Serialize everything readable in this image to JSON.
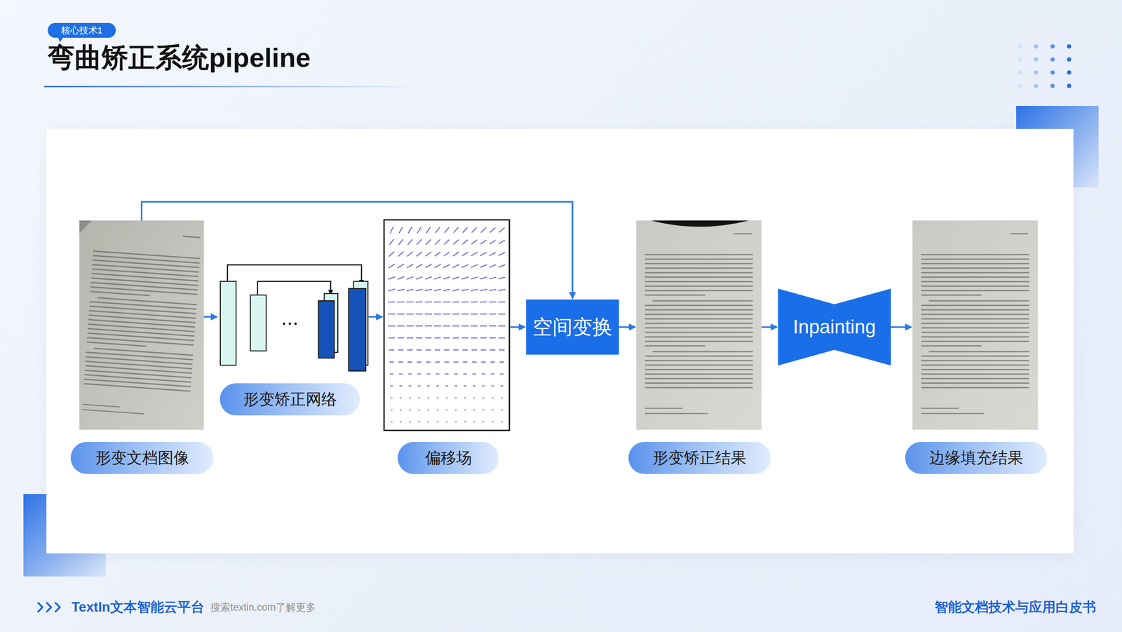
{
  "diagram": {
    "title": "弯曲矫正系统pipeline",
    "nodes": [
      {
        "text": [
          "形变文档图像"
        ]
      },
      {
        "text": [
          "形变矫正网络"
        ]
      },
      {
        "text": [
          "偏移场"
        ]
      },
      {
        "text": [
          "空间变换"
        ]
      },
      {
        "text": [
          "形变矫正结果"
        ]
      },
      {
        "text": [
          "Inpainting"
        ]
      },
      {
        "text": [
          "边缘填充结果"
        ]
      }
    ],
    "edges": [
      {
        "from": 0,
        "to": 1,
        "arrow": "to"
      },
      {
        "from": 1,
        "to": 2,
        "arrow": "to"
      },
      {
        "from": 2,
        "to": 3,
        "arrow": "to"
      },
      {
        "from": 0,
        "to": 3,
        "arrow": "to"
      },
      {
        "from": 3,
        "to": 4,
        "arrow": "to"
      },
      {
        "from": 4,
        "to": 5,
        "arrow": "to"
      },
      {
        "from": 5,
        "to": 6,
        "arrow": "to"
      }
    ],
    "labels": [
      "核心技术1",
      "TextIn文本智能云平台",
      "搜索textin.com了解更多",
      "智能文档技术与应用白皮书"
    ]
  }
}
